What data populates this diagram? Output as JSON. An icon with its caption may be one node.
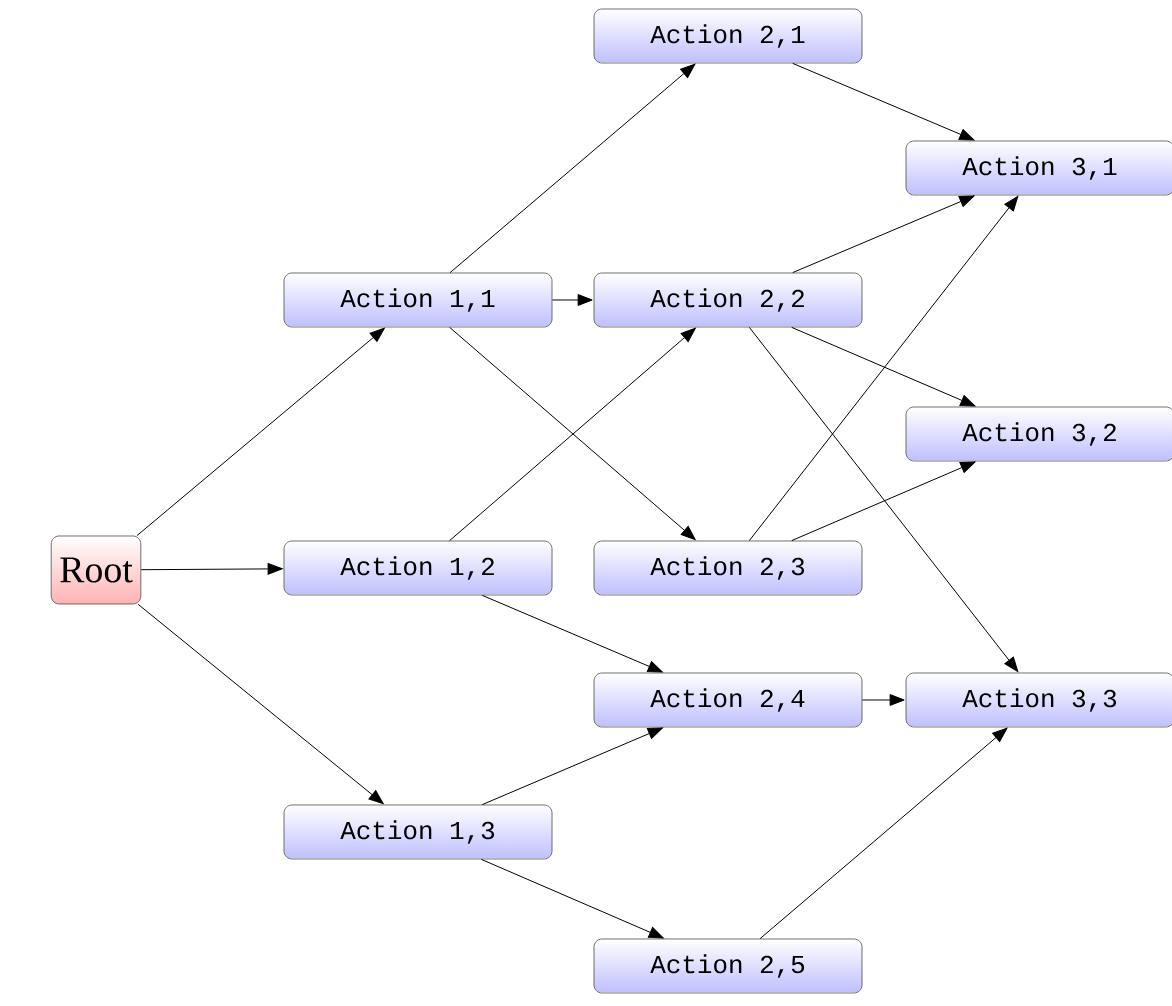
{
  "diagram": {
    "nodes": [
      {
        "text": [
          "Root"
        ]
      },
      {
        "text": [
          "Action 1,1"
        ]
      },
      {
        "text": [
          "Action 1,2"
        ]
      },
      {
        "text": [
          "Action 1,3"
        ]
      },
      {
        "text": [
          "Action 2,1"
        ]
      },
      {
        "text": [
          "Action 2,2"
        ]
      },
      {
        "text": [
          "Action 2,3"
        ]
      },
      {
        "text": [
          "Action 2,4"
        ]
      },
      {
        "text": [
          "Action 2,5"
        ]
      },
      {
        "text": [
          "Action 3,1"
        ]
      },
      {
        "text": [
          "Action 3,2"
        ]
      },
      {
        "text": [
          "Action 3,3"
        ]
      }
    ],
    "edges": [
      {
        "from": 0,
        "to": 1,
        "arrow": "to"
      },
      {
        "from": 0,
        "to": 2,
        "arrow": "to"
      },
      {
        "from": 0,
        "to": 3,
        "arrow": "to"
      },
      {
        "from": 1,
        "to": 4,
        "arrow": "to"
      },
      {
        "from": 1,
        "to": 5,
        "arrow": "to"
      },
      {
        "from": 1,
        "to": 6,
        "arrow": "to"
      },
      {
        "from": 2,
        "to": 5,
        "arrow": "to"
      },
      {
        "from": 2,
        "to": 7,
        "arrow": "to"
      },
      {
        "from": 3,
        "to": 7,
        "arrow": "to"
      },
      {
        "from": 3,
        "to": 8,
        "arrow": "to"
      },
      {
        "from": 4,
        "to": 9,
        "arrow": "to"
      },
      {
        "from": 5,
        "to": 9,
        "arrow": "to"
      },
      {
        "from": 5,
        "to": 10,
        "arrow": "to"
      },
      {
        "from": 5,
        "to": 11,
        "arrow": "to"
      },
      {
        "from": 6,
        "to": 9,
        "arrow": "to"
      },
      {
        "from": 6,
        "to": 10,
        "arrow": "to"
      },
      {
        "from": 7,
        "to": 11,
        "arrow": "to"
      },
      {
        "from": 8,
        "to": 11,
        "arrow": "to"
      }
    ]
  }
}
